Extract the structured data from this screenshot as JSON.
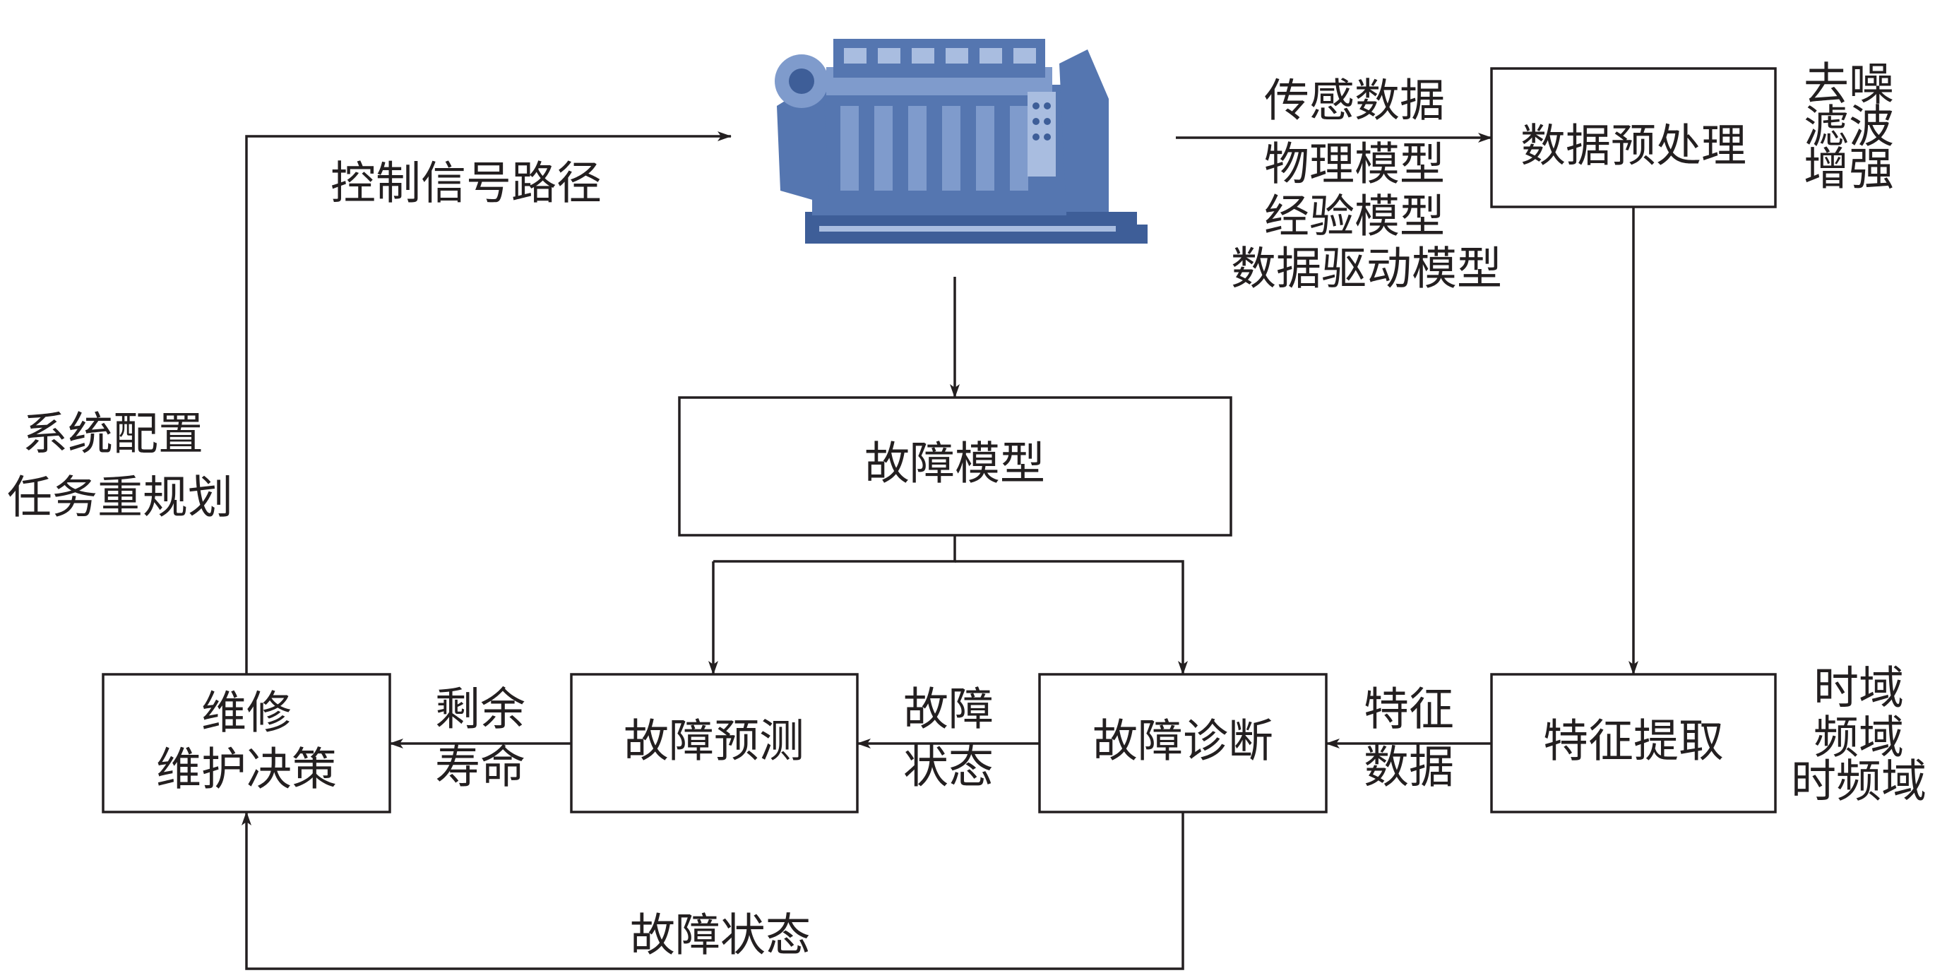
{
  "boxes": {
    "preprocess": "数据预处理",
    "fault_model": "故障模型",
    "maintenance": [
      "维修",
      "维护决策"
    ],
    "prediction": "故障预测",
    "diagnosis": "故障诊断",
    "feature_extraction": "特征提取"
  },
  "labels": {
    "control_path": "控制信号路径",
    "sensor_data": "传感数据",
    "models": [
      "物理模型",
      "经验模型",
      "数据驱动模型"
    ],
    "preprocess_methods": [
      "去噪",
      "滤波",
      "增强"
    ],
    "system_config": [
      "系统配置",
      "任务重规划"
    ],
    "remaining_life": [
      "剩余",
      "寿命"
    ],
    "fault_state_short": [
      "故障",
      "状态"
    ],
    "feature_data": [
      "特征",
      "数据"
    ],
    "domains": [
      "时域",
      "频域",
      "时频域"
    ],
    "fault_state_bottom": "故障状态"
  },
  "image": {
    "description_icon": "diesel-engine-image"
  },
  "colors": {
    "engine": "#5576b0",
    "line": "#231f20"
  }
}
